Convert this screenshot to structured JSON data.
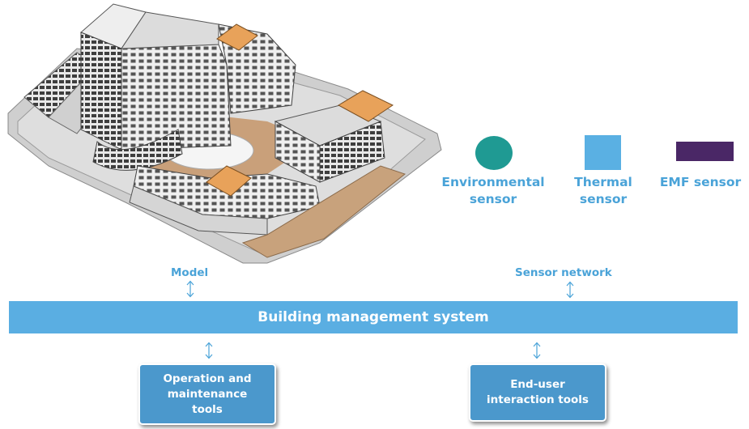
{
  "colors": {
    "accent_blue": "#4aa3d8",
    "bar_blue": "#5aaee2",
    "environmental": "#1f9a93",
    "thermal": "#5ab0e3",
    "emf": "#4a2766",
    "tool_box_blue": "#4b98cc"
  },
  "legend": {
    "environmental": {
      "shape": "circle",
      "label": "Environmental\nsensor"
    },
    "thermal": {
      "shape": "square",
      "label": "Thermal\nsensor"
    },
    "emf": {
      "shape": "rectangle",
      "label": "EMF sensor"
    }
  },
  "connectors": {
    "model_label": "Model",
    "sensor_network_label": "Sensor network"
  },
  "bms": {
    "label": "Building management system"
  },
  "tools": {
    "operation_maintenance": "Operation and\nmaintenance\ntools",
    "end_user": "End-user\ninteraction tools"
  },
  "icons": {
    "building": "building-model-icon",
    "arrow": "double-vertical-arrow-icon"
  }
}
